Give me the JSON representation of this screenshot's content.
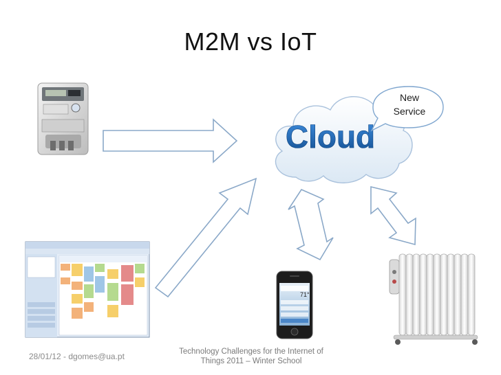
{
  "slide": {
    "title": "M2M vs IoT",
    "cloud_label": "Cloud",
    "callout": {
      "line1": "New",
      "line2": "Service"
    },
    "footer": {
      "left": "28/01/12 - dgomes@ua.pt",
      "center_line1": "Technology Challenges for the Internet of",
      "center_line2": "Things 2011 – Winter School"
    },
    "phone_temp": "71°"
  },
  "colors": {
    "cloud_text": "#1b5fa8",
    "arrow_stroke": "#8aa8c8",
    "cloud_fill": "#eef5fb"
  }
}
